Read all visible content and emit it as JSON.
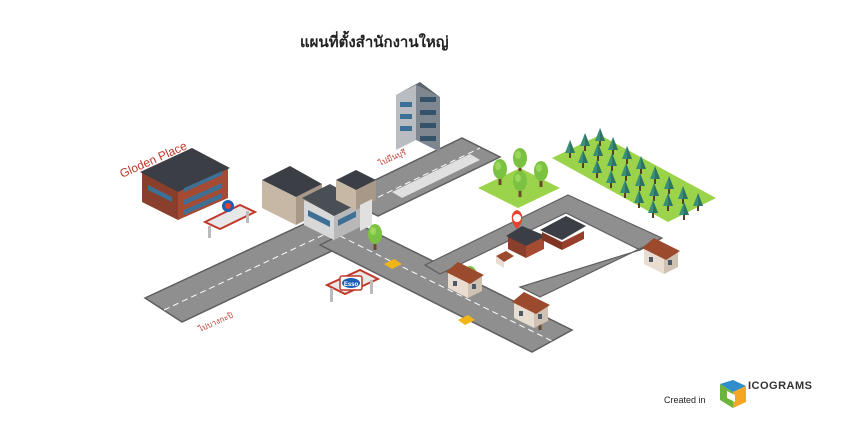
{
  "title": "แผนที่ตั้งสำนักงานใหญ่",
  "labels": {
    "place": "Gloden Place",
    "to_minburi": "ไปมีนบุรี",
    "to_bangkapi": "ไปบางกะปิ",
    "esso": "Esso"
  },
  "credit": {
    "prefix": "Created in",
    "brand": "ICOGRAMS"
  },
  "colors": {
    "road": "#8f8f8f",
    "road_edge": "#5e5e5e",
    "lane": "#ffffff",
    "grass": "#9bd34a",
    "tree": "#7cc242",
    "pine": "#3a8f7a",
    "label_red": "#c0392b",
    "pin": "#e8402f"
  },
  "icons": [
    "location-pin-icon",
    "esso-sign-icon",
    "gas-station-icon",
    "car-icon",
    "tree-icon",
    "logo-icon"
  ]
}
